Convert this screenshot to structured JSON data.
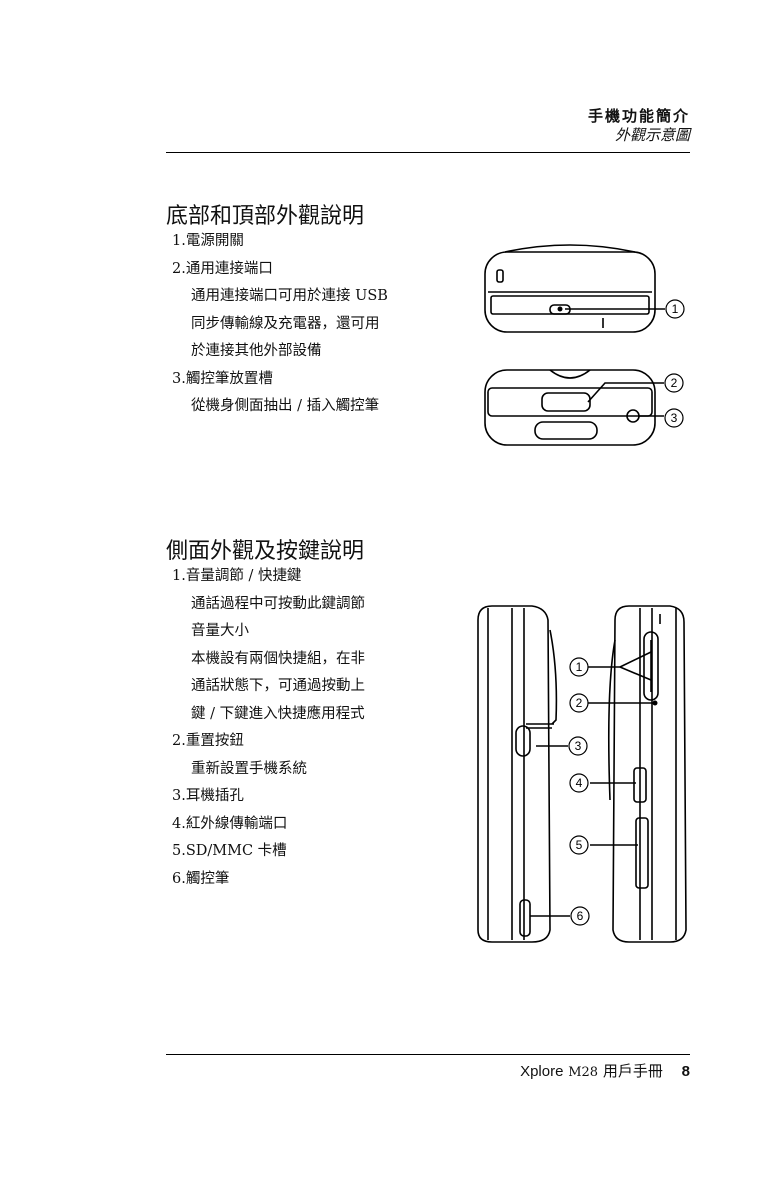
{
  "header": {
    "chapter": "手機功能簡介",
    "subtitle": "外觀示意圖"
  },
  "section_top_bottom": {
    "title": "底部和頂部外觀說明",
    "lines": [
      {
        "kind": "item",
        "text": "1.電源開關"
      },
      {
        "kind": "item",
        "text": "2.通用連接端口"
      },
      {
        "kind": "sub",
        "text": "通用連接端口可用於連接 USB"
      },
      {
        "kind": "sub",
        "text": "同步傳輸線及充電器，還可用"
      },
      {
        "kind": "sub",
        "text": "於連接其他外部設備"
      },
      {
        "kind": "item",
        "text": "3.觸控筆放置槽"
      },
      {
        "kind": "sub",
        "text": "從機身側面抽出 / 插入觸控筆"
      }
    ],
    "callouts": [
      "1",
      "2",
      "3"
    ]
  },
  "section_side": {
    "title": "側面外觀及按鍵說明",
    "lines": [
      {
        "kind": "item",
        "text": "1.音量調節 / 快捷鍵"
      },
      {
        "kind": "sub",
        "text": "通話過程中可按動此鍵調節"
      },
      {
        "kind": "sub",
        "text": "音量大小"
      },
      {
        "kind": "sub",
        "text": "本機設有兩個快捷組，在非"
      },
      {
        "kind": "sub",
        "text": "通話狀態下，可通過按動上"
      },
      {
        "kind": "sub",
        "text": "鍵 / 下鍵進入快捷應用程式"
      },
      {
        "kind": "item",
        "text": "2.重置按鈕"
      },
      {
        "kind": "sub",
        "text": "重新設置手機系統"
      },
      {
        "kind": "item",
        "text": "3.耳機插孔"
      },
      {
        "kind": "item",
        "text": "4.紅外線傳輸端口"
      },
      {
        "kind": "item",
        "text": "5.SD/MMC 卡槽"
      },
      {
        "kind": "item",
        "text": "6.觸控筆"
      }
    ],
    "callouts": [
      "1",
      "2",
      "3",
      "4",
      "5",
      "6"
    ]
  },
  "footer": {
    "brand": "Xplore",
    "model": "M28",
    "manual": "用戶手冊",
    "page": "8"
  }
}
